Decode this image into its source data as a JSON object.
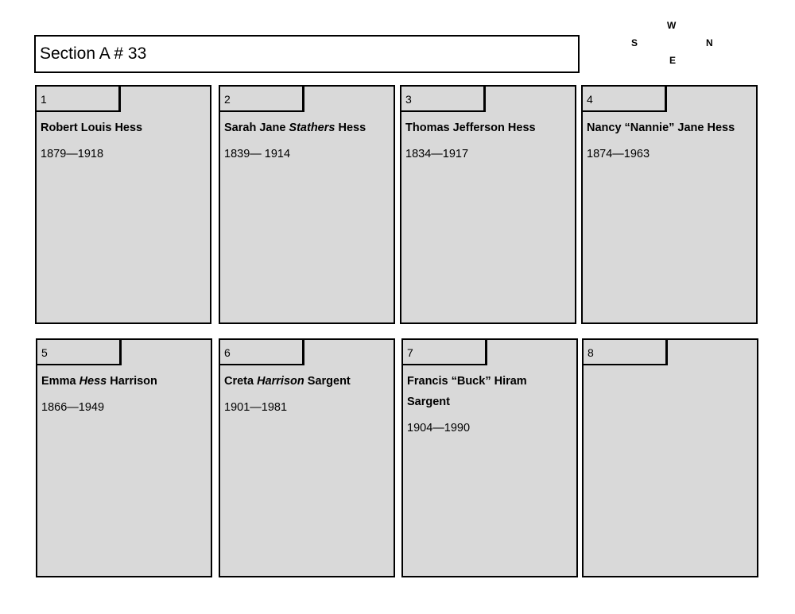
{
  "section": {
    "title": "Section A # 33"
  },
  "compass": {
    "top": "W",
    "left": "S",
    "right": "N",
    "bottom": "E"
  },
  "plots": [
    {
      "number": "1",
      "name": "Robert Louis Hess",
      "dates": "1879—1918"
    },
    {
      "number": "2",
      "name_parts": [
        "Sarah Jane ",
        "Stathers",
        " Hess"
      ],
      "dates": "1839— 1914"
    },
    {
      "number": "3",
      "name": "Thomas Jefferson Hess",
      "dates": "1834—1917"
    },
    {
      "number": "4",
      "name": "Nancy “Nannie” Jane Hess",
      "dates": "1874—1963"
    },
    {
      "number": "5",
      "name_parts": [
        "Emma ",
        "Hess",
        " Harrison"
      ],
      "dates": "1866—1949"
    },
    {
      "number": "6",
      "name_parts": [
        "Creta ",
        "Harrison",
        " Sargent"
      ],
      "dates": "1901—1981"
    },
    {
      "number": "7",
      "name": "Francis “Buck” Hiram Sargent",
      "dates": "1904—1990"
    },
    {
      "number": "8",
      "name": "",
      "dates": ""
    }
  ]
}
